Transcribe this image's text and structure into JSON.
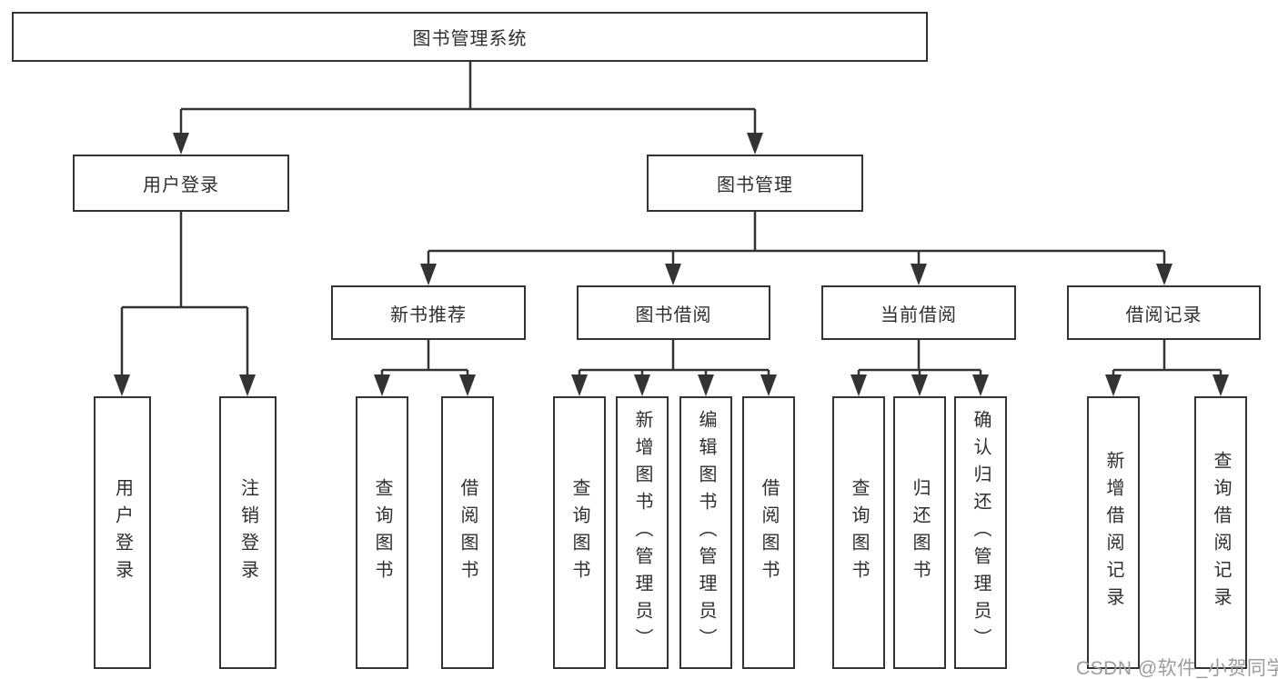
{
  "diagram": {
    "tree": {
      "root": {
        "label": "图书管理系统"
      },
      "branches": [
        {
          "label": "用户登录",
          "children": [
            {
              "label": "用户登录"
            },
            {
              "label": "注销登录"
            }
          ]
        },
        {
          "label": "图书管理",
          "children": [
            {
              "label": "新书推荐",
              "children": [
                {
                  "label": "查询图书"
                },
                {
                  "label": "借阅图书"
                }
              ]
            },
            {
              "label": "图书借阅",
              "children": [
                {
                  "label": "查询图书"
                },
                {
                  "label": "新增图书（管理员）"
                },
                {
                  "label": "编辑图书（管理员）"
                },
                {
                  "label": "借阅图书"
                }
              ]
            },
            {
              "label": "当前借阅",
              "children": [
                {
                  "label": "查询图书"
                },
                {
                  "label": "归还图书"
                },
                {
                  "label": "确认归还（管理员）"
                }
              ]
            },
            {
              "label": "借阅记录",
              "children": [
                {
                  "label": "新增借阅记录"
                },
                {
                  "label": "查询借阅记录"
                }
              ]
            }
          ]
        }
      ]
    },
    "colors": {
      "line": "#333333",
      "box_border": "#333333",
      "box_fill": "#ffffff",
      "text": "#2f2f2f",
      "watermark": "#9c9c9c",
      "background": "#ffffff"
    }
  },
  "watermark": {
    "text": "CSDN @软件_小贺同学"
  }
}
